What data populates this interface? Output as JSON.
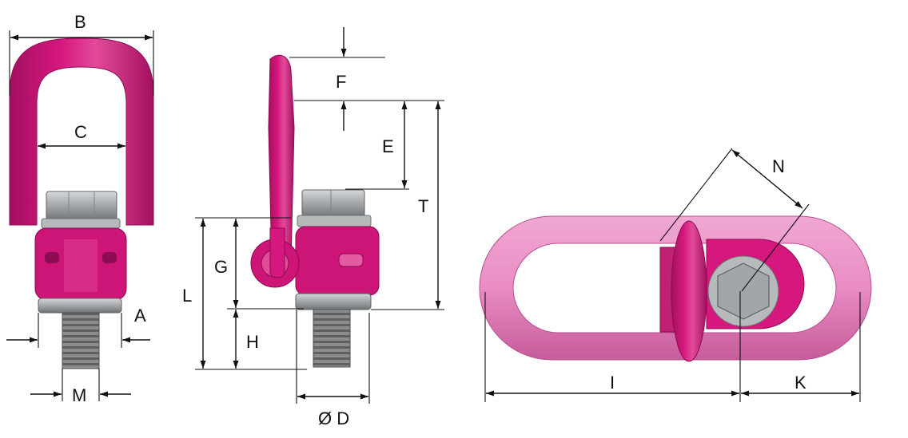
{
  "labels": {
    "B": "B",
    "C": "C",
    "A": "A",
    "M": "M",
    "F": "F",
    "E": "E",
    "T": "T",
    "G": "G",
    "L": "L",
    "H": "H",
    "D": "Ø D",
    "N": "N",
    "I": "I",
    "K": "K"
  },
  "colors": {
    "ring": "#d6177e",
    "ring_dark": "#a3105f",
    "ring_light": "#e96aad",
    "link_pink": "#e98cc4",
    "link_pink_dark": "#c65c9b",
    "steel": "#9fa3a5",
    "steel_dark": "#6f7375",
    "steel_light": "#c9cccd",
    "thread": "#7d7f80",
    "line": "#111111"
  }
}
